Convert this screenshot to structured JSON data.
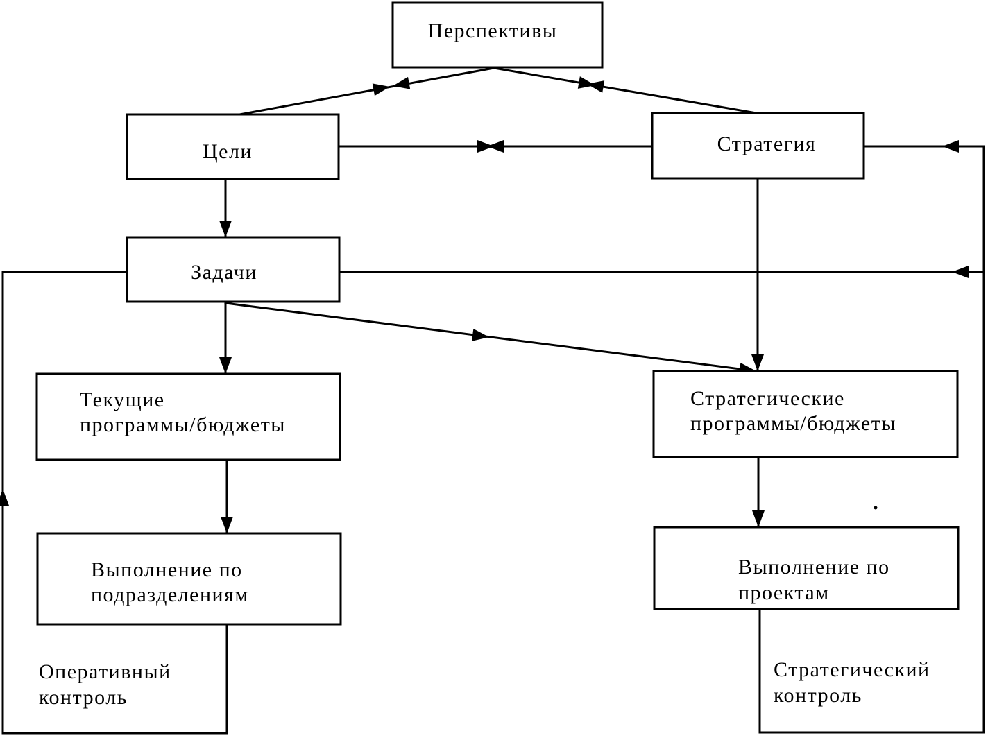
{
  "diagram": {
    "nodes": {
      "perspectives": {
        "label": "Перспективы"
      },
      "goals": {
        "label": "Цели"
      },
      "strategy": {
        "label": "Стратегия"
      },
      "tasks": {
        "label": "Задачи"
      },
      "current_programs": {
        "line1": "Текущие",
        "line2": "программы/бюджеты"
      },
      "strategic_programs": {
        "line1": "Стратегические",
        "line2": "программы/бюджеты"
      },
      "execution_departments": {
        "line1": "Выполнение по",
        "line2": "подразделениям"
      },
      "execution_projects": {
        "line1": "Выполнение по",
        "line2": "проектам"
      }
    },
    "loop_labels": {
      "operational_control": {
        "line1": "Оперативный",
        "line2": "контроль"
      },
      "strategic_control": {
        "line1": "Стратегический",
        "line2": "контроль"
      }
    },
    "edges": [
      {
        "from": "goals",
        "to": "perspectives",
        "type": "mutual"
      },
      {
        "from": "strategy",
        "to": "perspectives",
        "type": "mutual"
      },
      {
        "from": "goals",
        "to": "strategy",
        "type": "mutual"
      },
      {
        "from": "goals",
        "to": "tasks",
        "type": "directed"
      },
      {
        "from": "tasks",
        "to": "current_programs",
        "type": "directed"
      },
      {
        "from": "tasks",
        "to": "strategic_programs",
        "type": "directed"
      },
      {
        "from": "strategy",
        "to": "strategic_programs",
        "type": "directed"
      },
      {
        "from": "current_programs",
        "to": "execution_departments",
        "type": "directed"
      },
      {
        "from": "strategic_programs",
        "to": "execution_projects",
        "type": "directed"
      },
      {
        "from": "execution_departments",
        "to": "tasks",
        "type": "feedback",
        "label": "operational_control"
      },
      {
        "from": "execution_projects",
        "to": "tasks",
        "type": "feedback",
        "label": "strategic_control"
      },
      {
        "from": "execution_projects",
        "to": "strategy",
        "type": "feedback",
        "label": "strategic_control"
      }
    ]
  }
}
